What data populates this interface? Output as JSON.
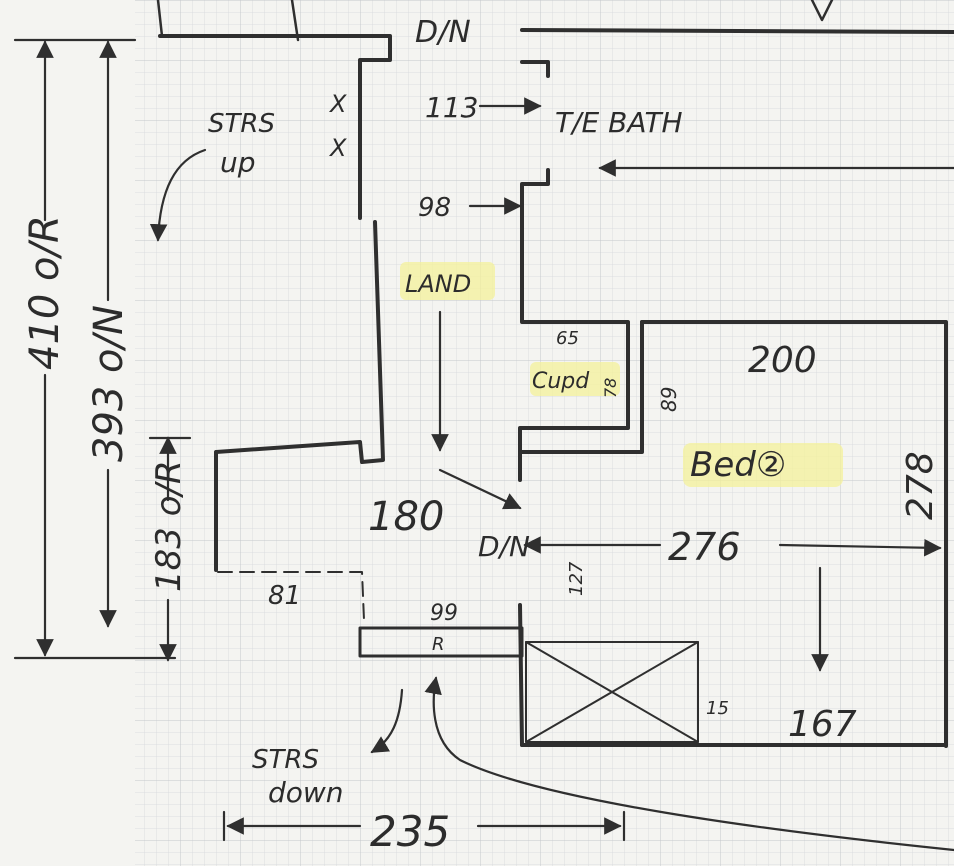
{
  "labels": {
    "door_top": "D/N",
    "stairs_up_1": "STRS",
    "stairs_up_2": "up",
    "m113": "113",
    "te_bath": "T/E  BATH",
    "m98": "98",
    "land": "LAND",
    "m65": "65",
    "cupd": "Cupd",
    "m78": "78",
    "m89": "89",
    "m200": "200",
    "bed2": "Bed②",
    "m278": "278",
    "m180": "180",
    "door_mid": "D/N",
    "m276": "276",
    "m127": "127",
    "m410": "410 o/R",
    "m393": "393 o/N",
    "m183": "183 o/R",
    "m81": "81",
    "m99": "99",
    "r_mark": "R",
    "m167": "167",
    "m15": "15",
    "stairs_down_1": "STRS",
    "stairs_down_2": "down",
    "m235": "235",
    "x1": "X",
    "x2": "X"
  }
}
